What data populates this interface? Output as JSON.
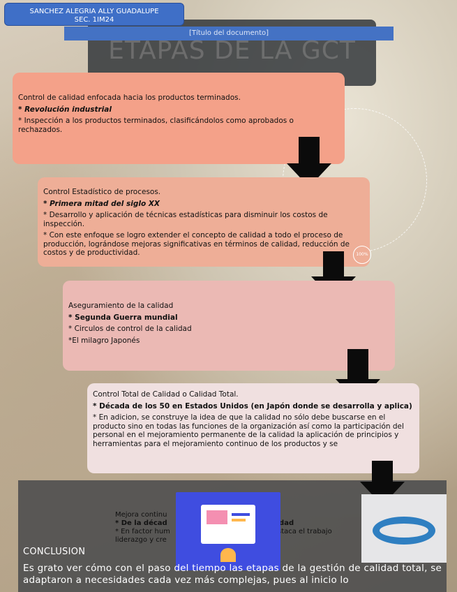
{
  "header": {
    "author": "SANCHEZ ALEGRIA ALLY GUADALUPE",
    "group": "SEC. 1IM24",
    "doc_title_placeholder": "[Título del documento]",
    "main_title": "ETAPAS DE LA GCT"
  },
  "stages": [
    {
      "intro": "Control de calidad enfocada hacia los productos terminados.",
      "highlight": "* Revolución industrial",
      "details": [
        "* Inspección a los productos terminados, clasificándolos como aprobados o rechazados."
      ]
    },
    {
      "intro": "Control Estadístico de procesos.",
      "highlight": "* Primera mitad del  siglo XX",
      "details": [
        "* Desarrollo y aplicación de técnicas estadísticas para disminuir los costos de inspección.",
        "* Con este enfoque se logro extender el concepto de calidad a todo el proceso de producción, lográndose mejoras significativas en términos de calidad, reducción de costos y de productividad."
      ]
    },
    {
      "intro": "Aseguramiento de la calidad",
      "highlight": "* Segunda Guerra mundial",
      "details": [
        "* Circulos de control de la calidad",
        "*El milagro Japonés"
      ]
    },
    {
      "intro": "Control Total de Calidad o Calidad Total.",
      "highlight": "* Década de los 50 en Estados Unidos (en Japón donde se desarrolla y aplica)",
      "details": [
        "* En adicion, se construye la idea de que la calidad no sólo debe buscarse en el producto sino en todas las funciones de la organización así como la participación del personal en el mejoramiento permanente de la calidad la aplicación de principios y herramientas para el mejoramiento continuo de los productos y se"
      ]
    }
  ],
  "stage5": {
    "intro": "Mejora continu",
    "highlight": "* De la décad",
    "highlight_tail": "lidad",
    "detail_a": "* En factor hum",
    "detail_b": "s  destaca el trabajo",
    "detail_c": "liderazgo y cre"
  },
  "badge_text": "100%",
  "conclusion": {
    "title": "CONCLUSION",
    "text": "Es grato ver cómo con el paso del tiempo las etapas de la gestión de calidad total, se adaptaron a necesidades cada vez más complejas, pues al inicio lo"
  },
  "colors": {
    "header_blue": "#3f6fc7",
    "box1": "#f4a189",
    "box2": "#eeae97",
    "box3": "#ebb9b4",
    "box4": "#f0e0e0",
    "arrow": "#0b0b0b"
  }
}
